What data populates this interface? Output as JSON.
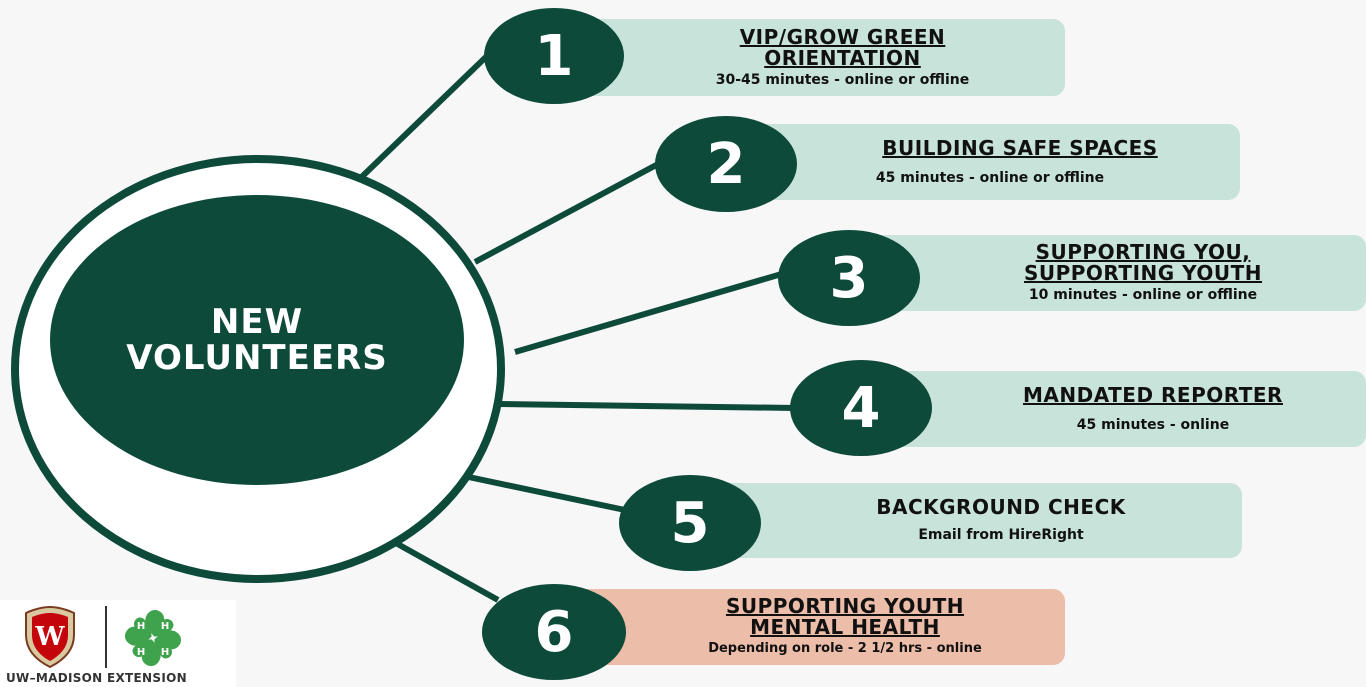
{
  "hub": {
    "line1": "NEW",
    "line2": "VOLUNTEERS"
  },
  "steps": [
    {
      "number": "1",
      "title_lines": [
        "VIP/GROW GREEN",
        "ORIENTATION"
      ],
      "subtitle": "30-45 minutes - online or offline",
      "underlined": true,
      "color": "#c8e3da"
    },
    {
      "number": "2",
      "title_lines": [
        "BUILDING SAFE SPACES"
      ],
      "subtitle": "45 minutes - online or offline",
      "underlined": true,
      "color": "#c8e3da"
    },
    {
      "number": "3",
      "title_lines": [
        "SUPPORTING YOU,",
        "SUPPORTING YOUTH"
      ],
      "subtitle": "10 minutes - online or offline",
      "underlined": true,
      "color": "#c8e3da"
    },
    {
      "number": "4",
      "title_lines": [
        "MANDATED REPORTER"
      ],
      "subtitle": "45 minutes - online",
      "underlined": true,
      "color": "#c8e3da"
    },
    {
      "number": "5",
      "title_lines": [
        "BACKGROUND CHECK"
      ],
      "subtitle": "Email from HireRight",
      "underlined": false,
      "color": "#c8e3da"
    },
    {
      "number": "6",
      "title_lines": [
        "SUPPORTING YOUTH",
        "MENTAL HEALTH"
      ],
      "subtitle": "Depending on role - 2 1/2 hrs - online",
      "underlined": true,
      "color": "#ecbda9"
    }
  ],
  "logo": {
    "text": "UW–MADISON EXTENSION",
    "shield_letter": "W"
  },
  "colors": {
    "dark_green": "#0d4a3a",
    "card_green": "#c8e3da",
    "card_pink": "#ecbda9",
    "background": "#f7f7f7",
    "clover_green": "#3fa34d"
  }
}
